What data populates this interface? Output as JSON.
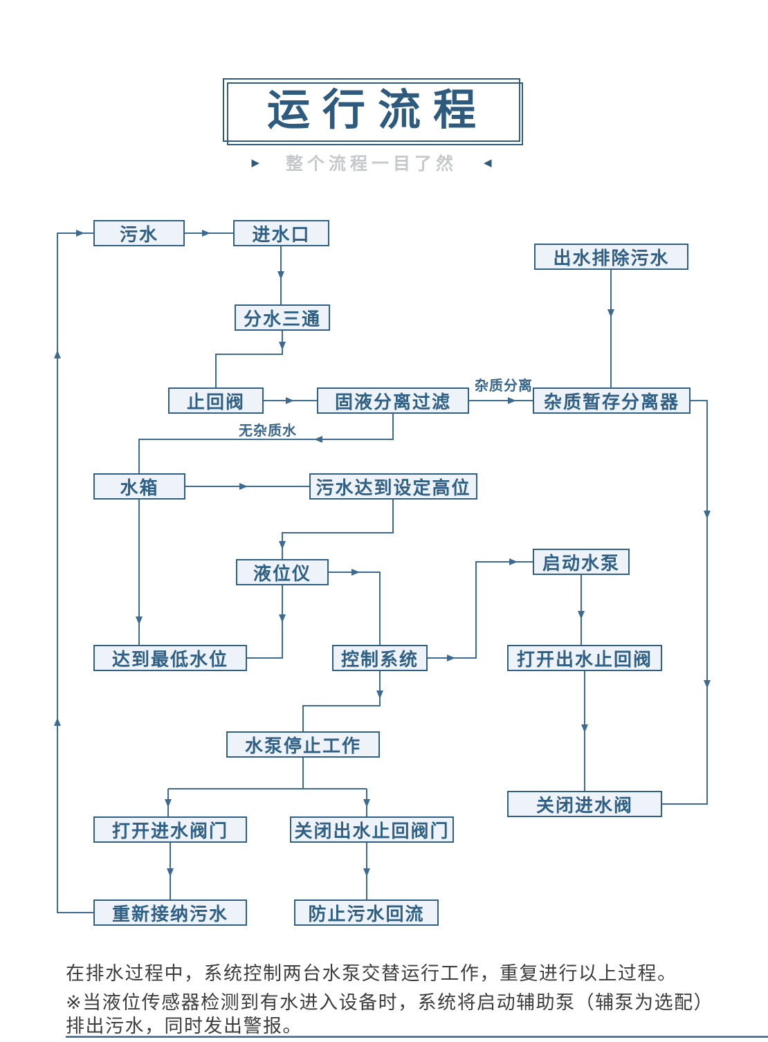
{
  "title": {
    "text": "运行流程",
    "subtitle": "整个流程一目了然"
  },
  "icons": {
    "subtitle_marker_left": "▶",
    "subtitle_marker_right": "◀"
  },
  "nodes": {
    "sewage": "污水",
    "inlet": "进水口",
    "outlet_discharge": "出水排除污水",
    "tee": "分水三通",
    "check_valve": "止回阀",
    "separation_filter": "固液分离过滤",
    "impurity_separator": "杂质暂存分离器",
    "water_tank": "水箱",
    "high_level": "污水达到设定高位",
    "level_gauge": "液位仪",
    "start_pump": "启动水泵",
    "low_level": "达到最低水位",
    "control_system": "控制系统",
    "open_outlet_valve": "打开出水止回阀",
    "pump_stop": "水泵停止工作",
    "close_inlet_valve": "关闭进水阀",
    "open_inlet_valve": "打开进水阀门",
    "close_outlet_valve": "关闭出水止回阀门",
    "reaccept_sewage": "重新接纳污水",
    "prevent_backflow": "防止污水回流"
  },
  "edge_labels": {
    "impurity_separation": "杂质分离",
    "clean_water": "无杂质水"
  },
  "notes": {
    "line1": "在排水过程中，系统控制两台水泵交替运行工作，重复进行以上过程。",
    "line2": "※当液位传感器检测到有水进入设备时，系统将启动辅助泵（辅泵为选配）",
    "line3": "排出污水，同时发出警报。"
  },
  "colors": {
    "accent": "#2e5a7d",
    "line": "#3c6a90",
    "box_border": "#2f5f84",
    "box_fill": "#edf3f8",
    "subtitle_gray": "#c5c9cc",
    "note_text": "#3c3c3c"
  }
}
